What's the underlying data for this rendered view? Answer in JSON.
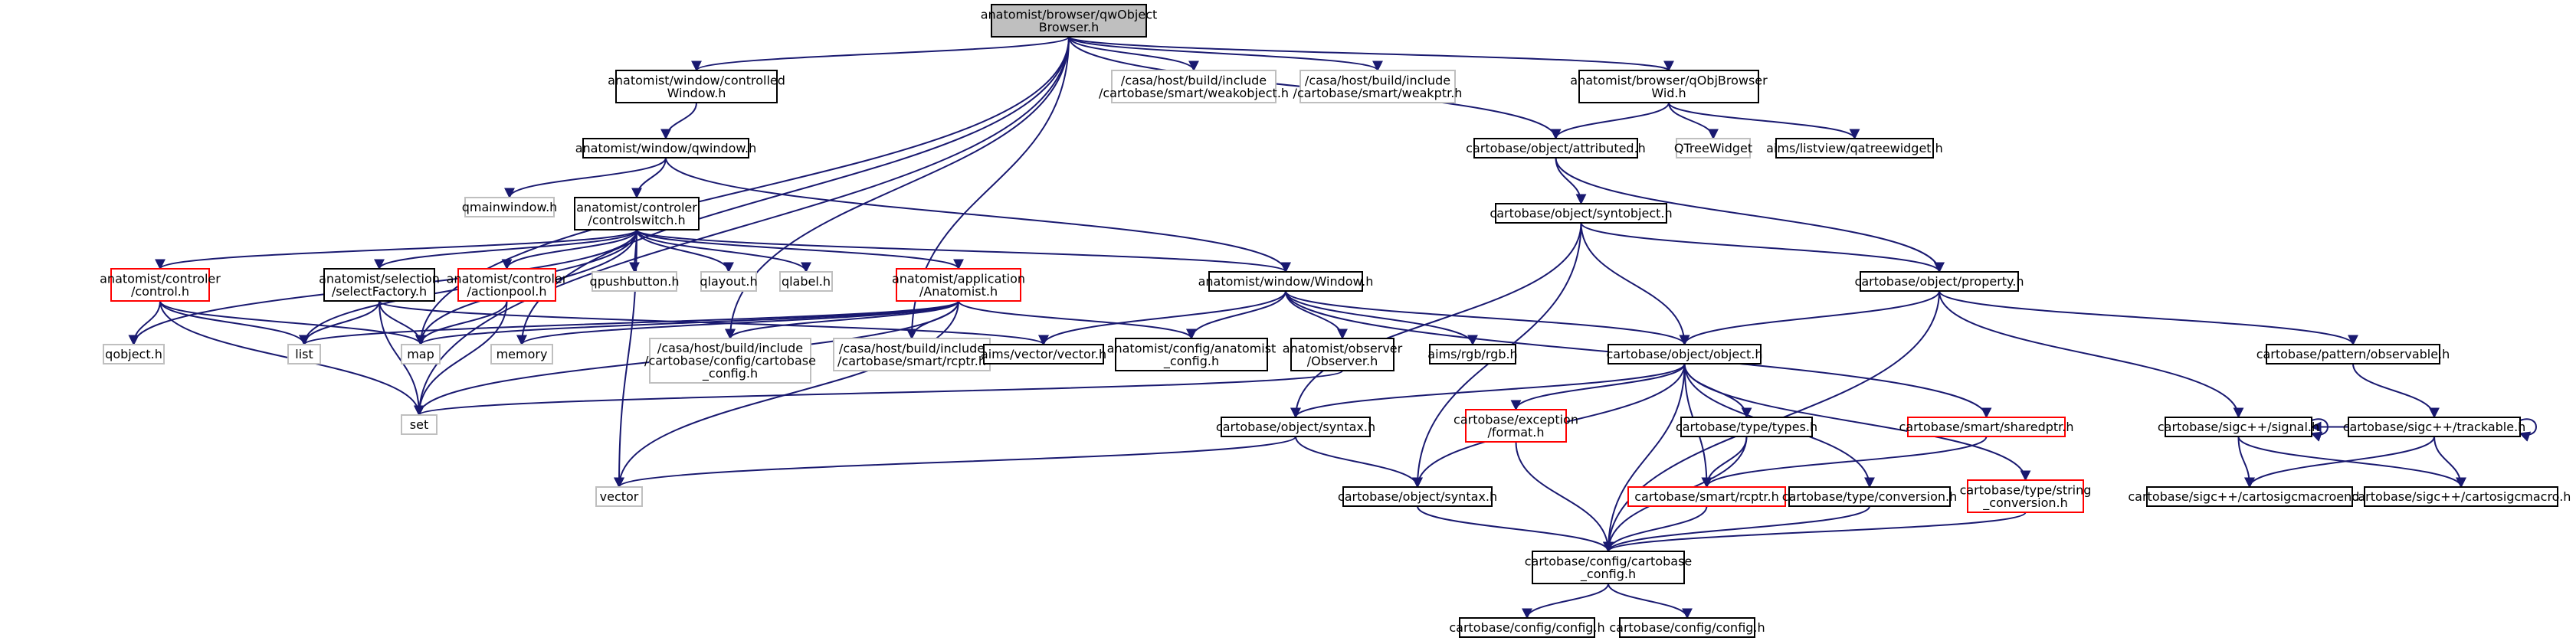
{
  "nodes": [
    {
      "id": "root",
      "lines": [
        "anatomist/browser/qwObject",
        "Browser.h"
      ],
      "style": "root"
    },
    {
      "id": "ctrlWin",
      "lines": [
        "anatomist/window/controlled",
        "Window.h"
      ],
      "style": "black"
    },
    {
      "id": "weakobj",
      "lines": [
        "/casa/host/build/include",
        "/cartobase/smart/weakobject.h"
      ],
      "style": "grey"
    },
    {
      "id": "weakptr",
      "lines": [
        "/casa/host/build/include",
        "/cartobase/smart/weakptr.h"
      ],
      "style": "grey"
    },
    {
      "id": "qobjwid",
      "lines": [
        "anatomist/browser/qObjBrowser",
        "Wid.h"
      ],
      "style": "black"
    },
    {
      "id": "qwindow",
      "lines": [
        "anatomist/window/qwindow.h"
      ],
      "style": "black"
    },
    {
      "id": "attributed",
      "lines": [
        "cartobase/object/attributed.h"
      ],
      "style": "black"
    },
    {
      "id": "qtreewidget",
      "lines": [
        "QTreeWidget"
      ],
      "style": "grey"
    },
    {
      "id": "qatree",
      "lines": [
        "aims/listview/qatreewidget.h"
      ],
      "style": "black"
    },
    {
      "id": "qmainwindow",
      "lines": [
        "qmainwindow.h"
      ],
      "style": "grey"
    },
    {
      "id": "ctrlswitch",
      "lines": [
        "anatomist/controler",
        "/controlswitch.h"
      ],
      "style": "black"
    },
    {
      "id": "syntobject",
      "lines": [
        "cartobase/object/syntobject.h"
      ],
      "style": "black"
    },
    {
      "id": "control",
      "lines": [
        "anatomist/controler",
        "/control.h"
      ],
      "style": "red"
    },
    {
      "id": "selfactory",
      "lines": [
        "anatomist/selection",
        "/selectFactory.h"
      ],
      "style": "black"
    },
    {
      "id": "actionpool",
      "lines": [
        "anatomist/controler",
        "/actionpool.h"
      ],
      "style": "red"
    },
    {
      "id": "qpushbutton",
      "lines": [
        "qpushbutton.h"
      ],
      "style": "grey"
    },
    {
      "id": "qlayout",
      "lines": [
        "qlayout.h"
      ],
      "style": "grey"
    },
    {
      "id": "qlabel",
      "lines": [
        "qlabel.h"
      ],
      "style": "grey"
    },
    {
      "id": "anatomisth",
      "lines": [
        "anatomist/application",
        "/Anatomist.h"
      ],
      "style": "red"
    },
    {
      "id": "windowh",
      "lines": [
        "anatomist/window/Window.h"
      ],
      "style": "black"
    },
    {
      "id": "property",
      "lines": [
        "cartobase/object/property.h"
      ],
      "style": "black"
    },
    {
      "id": "qobject",
      "lines": [
        "qobject.h"
      ],
      "style": "grey"
    },
    {
      "id": "list",
      "lines": [
        "list"
      ],
      "style": "grey"
    },
    {
      "id": "map",
      "lines": [
        "map"
      ],
      "style": "grey"
    },
    {
      "id": "memory",
      "lines": [
        "memory"
      ],
      "style": "grey"
    },
    {
      "id": "cbconfig",
      "lines": [
        "/casa/host/build/include",
        "/cartobase/config/cartobase",
        "_config.h"
      ],
      "style": "grey"
    },
    {
      "id": "rcptrcasa",
      "lines": [
        "/casa/host/build/include",
        "/cartobase/smart/rcptr.h"
      ],
      "style": "grey"
    },
    {
      "id": "aimsvector",
      "lines": [
        "aims/vector/vector.h"
      ],
      "style": "black"
    },
    {
      "id": "anaconfig",
      "lines": [
        "anatomist/config/anatomist",
        "_config.h"
      ],
      "style": "black"
    },
    {
      "id": "observer",
      "lines": [
        "anatomist/observer",
        "/Observer.h"
      ],
      "style": "black"
    },
    {
      "id": "aimsrgb",
      "lines": [
        "aims/rgb/rgb.h"
      ],
      "style": "black"
    },
    {
      "id": "objecth",
      "lines": [
        "cartobase/object/object.h"
      ],
      "style": "black"
    },
    {
      "id": "observable",
      "lines": [
        "cartobase/pattern/observable.h"
      ],
      "style": "black"
    },
    {
      "id": "set",
      "lines": [
        "set"
      ],
      "style": "grey"
    },
    {
      "id": "syntaxA",
      "lines": [
        "cartobase/object/syntax.h"
      ],
      "style": "black"
    },
    {
      "id": "format",
      "lines": [
        "cartobase/exception",
        "/format.h"
      ],
      "style": "red"
    },
    {
      "id": "types",
      "lines": [
        "cartobase/type/types.h"
      ],
      "style": "black"
    },
    {
      "id": "sharedptr",
      "lines": [
        "cartobase/smart/sharedptr.h"
      ],
      "style": "red"
    },
    {
      "id": "signal",
      "lines": [
        "cartobase/sigc++/signal.h"
      ],
      "style": "black"
    },
    {
      "id": "trackable",
      "lines": [
        "cartobase/sigc++/trackable.h"
      ],
      "style": "black"
    },
    {
      "id": "vector",
      "lines": [
        "vector"
      ],
      "style": "grey"
    },
    {
      "id": "syntaxB",
      "lines": [
        "cartobase/object/syntax.h"
      ],
      "style": "black"
    },
    {
      "id": "rcptr",
      "lines": [
        "cartobase/smart/rcptr.h"
      ],
      "style": "red"
    },
    {
      "id": "conversion",
      "lines": [
        "cartobase/type/conversion.h"
      ],
      "style": "black"
    },
    {
      "id": "strconv",
      "lines": [
        "cartobase/type/string",
        "_conversion.h"
      ],
      "style": "red"
    },
    {
      "id": "macroend",
      "lines": [
        "cartobase/sigc++/cartosigcmacroend.h"
      ],
      "style": "black"
    },
    {
      "id": "macro",
      "lines": [
        "cartobase/sigc++/cartosigcmacro.h"
      ],
      "style": "black"
    },
    {
      "id": "cbconfig2",
      "lines": [
        "cartobase/config/cartobase",
        "_config.h"
      ],
      "style": "black"
    },
    {
      "id": "configA",
      "lines": [
        "cartobase/config/config.h"
      ],
      "style": "black"
    },
    {
      "id": "configB",
      "lines": [
        "cartobase/config/config.h"
      ],
      "style": "black"
    }
  ],
  "edges": [
    [
      "root",
      "ctrlWin"
    ],
    [
      "root",
      "weakobj"
    ],
    [
      "root",
      "weakptr"
    ],
    [
      "root",
      "qobjwid"
    ],
    [
      "root",
      "attributed"
    ],
    [
      "root",
      "map"
    ],
    [
      "root",
      "set"
    ],
    [
      "root",
      "memory"
    ],
    [
      "root",
      "cbconfig"
    ],
    [
      "root",
      "rcptrcasa"
    ],
    [
      "ctrlWin",
      "qwindow"
    ],
    [
      "qobjwid",
      "attributed"
    ],
    [
      "qobjwid",
      "qtreewidget"
    ],
    [
      "qobjwid",
      "qatree"
    ],
    [
      "qwindow",
      "qmainwindow"
    ],
    [
      "qwindow",
      "ctrlswitch"
    ],
    [
      "qwindow",
      "windowh"
    ],
    [
      "attributed",
      "syntobject"
    ],
    [
      "attributed",
      "property"
    ],
    [
      "ctrlswitch",
      "control"
    ],
    [
      "ctrlswitch",
      "selfactory"
    ],
    [
      "ctrlswitch",
      "actionpool"
    ],
    [
      "ctrlswitch",
      "qpushbutton"
    ],
    [
      "ctrlswitch",
      "qlayout"
    ],
    [
      "ctrlswitch",
      "qlabel"
    ],
    [
      "ctrlswitch",
      "anatomisth"
    ],
    [
      "ctrlswitch",
      "windowh"
    ],
    [
      "ctrlswitch",
      "qobject"
    ],
    [
      "ctrlswitch",
      "list"
    ],
    [
      "ctrlswitch",
      "map"
    ],
    [
      "ctrlswitch",
      "vector"
    ],
    [
      "control",
      "qobject"
    ],
    [
      "control",
      "list"
    ],
    [
      "control",
      "map"
    ],
    [
      "control",
      "set"
    ],
    [
      "selfactory",
      "list"
    ],
    [
      "selfactory",
      "map"
    ],
    [
      "selfactory",
      "set"
    ],
    [
      "selfactory",
      "aimsvector"
    ],
    [
      "actionpool",
      "map"
    ],
    [
      "actionpool",
      "set"
    ],
    [
      "anatomisth",
      "list"
    ],
    [
      "anatomisth",
      "map"
    ],
    [
      "anatomisth",
      "set"
    ],
    [
      "anatomisth",
      "memory"
    ],
    [
      "anatomisth",
      "vector"
    ],
    [
      "anatomisth",
      "cbconfig"
    ],
    [
      "anatomisth",
      "rcptrcasa"
    ],
    [
      "anatomisth",
      "anaconfig"
    ],
    [
      "windowh",
      "aimsvector"
    ],
    [
      "windowh",
      "anaconfig"
    ],
    [
      "windowh",
      "observer"
    ],
    [
      "windowh",
      "aimsrgb"
    ],
    [
      "windowh",
      "objecth"
    ],
    [
      "windowh",
      "sharedptr"
    ],
    [
      "syntobject",
      "objecth"
    ],
    [
      "syntobject",
      "syntaxA"
    ],
    [
      "syntobject",
      "property"
    ],
    [
      "syntobject",
      "syntaxB"
    ],
    [
      "property",
      "objecth"
    ],
    [
      "property",
      "observable"
    ],
    [
      "property",
      "signal"
    ],
    [
      "property",
      "cbconfig2"
    ],
    [
      "observer",
      "set"
    ],
    [
      "objecth",
      "syntaxA"
    ],
    [
      "objecth",
      "format"
    ],
    [
      "objecth",
      "types"
    ],
    [
      "objecth",
      "rcptr"
    ],
    [
      "objecth",
      "conversion"
    ],
    [
      "objecth",
      "strconv"
    ],
    [
      "objecth",
      "syntaxB"
    ],
    [
      "objecth",
      "cbconfig2"
    ],
    [
      "observable",
      "trackable"
    ],
    [
      "syntaxA",
      "vector"
    ],
    [
      "syntaxA",
      "syntaxB"
    ],
    [
      "format",
      "cbconfig2"
    ],
    [
      "types",
      "rcptr"
    ],
    [
      "types",
      "cbconfig2"
    ],
    [
      "sharedptr",
      "rcptr"
    ],
    [
      "signal",
      "signal"
    ],
    [
      "signal",
      "macroend"
    ],
    [
      "signal",
      "macro"
    ],
    [
      "trackable",
      "trackable"
    ],
    [
      "trackable",
      "macroend"
    ],
    [
      "trackable",
      "macro"
    ],
    [
      "trackable",
      "signal"
    ],
    [
      "syntaxB",
      "cbconfig2"
    ],
    [
      "rcptr",
      "cbconfig2"
    ],
    [
      "conversion",
      "cbconfig2"
    ],
    [
      "strconv",
      "cbconfig2"
    ],
    [
      "cbconfig2",
      "configA"
    ],
    [
      "cbconfig2",
      "configB"
    ]
  ]
}
